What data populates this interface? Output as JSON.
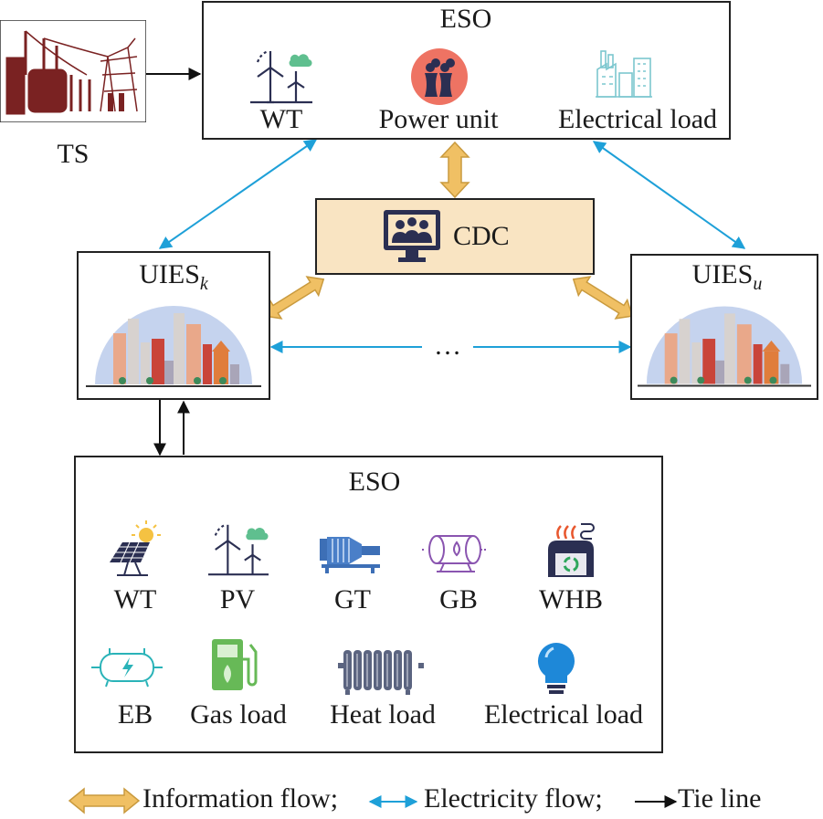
{
  "ts": {
    "label": "TS"
  },
  "eso_top": {
    "title": "ESO",
    "items": [
      {
        "label": "WT",
        "icon": "wind-turbine-icon"
      },
      {
        "label": "Power unit",
        "icon": "power-plant-icon"
      },
      {
        "label": "Electrical load",
        "icon": "factory-icon"
      }
    ]
  },
  "cdc": {
    "label": "CDC",
    "icon": "monitor-people-icon"
  },
  "uies_k": {
    "label": "UIES",
    "subscript": "k"
  },
  "uies_u": {
    "label": "UIES",
    "subscript": "u"
  },
  "ellipsis": "…",
  "eso_bottom": {
    "title": "ESO",
    "row1": [
      {
        "label": "WT",
        "icon": "solar-panel-icon"
      },
      {
        "label": "PV",
        "icon": "wind-turbine-icon"
      },
      {
        "label": "GT",
        "icon": "gas-turbine-icon"
      },
      {
        "label": "GB",
        "icon": "gas-boiler-icon"
      },
      {
        "label": "WHB",
        "icon": "waste-heat-boiler-icon"
      }
    ],
    "row2": [
      {
        "label": "EB",
        "icon": "electric-boiler-icon"
      },
      {
        "label": "Gas load",
        "icon": "gas-pump-icon"
      },
      {
        "label": "Heat load",
        "icon": "radiator-icon"
      },
      {
        "label": "Electrical load",
        "icon": "light-bulb-icon"
      }
    ]
  },
  "legend": {
    "info": "Information flow;",
    "elec": "Electricity flow;",
    "tie": "Tie line"
  },
  "colors": {
    "info": "#f0c064",
    "elec": "#1ea0d8",
    "tie": "#111111",
    "cdc_fill": "#f9e4c2"
  }
}
